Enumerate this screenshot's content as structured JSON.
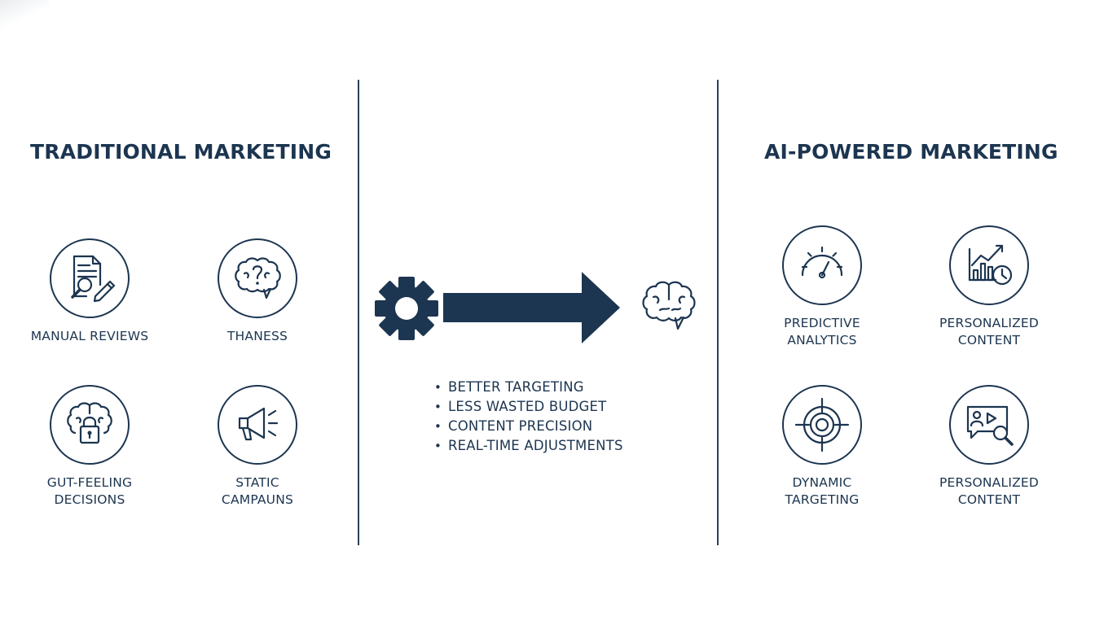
{
  "left": {
    "heading": "TRADITIONAL MARKETING",
    "items": [
      {
        "lines": [
          "MANUAL REVIEWS"
        ],
        "icon": "document-magnifier-pencil-icon"
      },
      {
        "lines": [
          "THANESS"
        ],
        "icon": "brain-question-icon"
      },
      {
        "lines": [
          "GUT-FEELING",
          "DECISIONS"
        ],
        "icon": "brain-lock-icon"
      },
      {
        "lines": [
          "STATIC",
          "CAMPAUNS"
        ],
        "icon": "megaphone-icon"
      }
    ]
  },
  "center": {
    "benefits": [
      "BETTER TARGETING",
      "LESS WASTED BUDGET",
      "CONTENT PRECISION",
      "REAL-TIME ADJUSTMENTS"
    ],
    "icons": [
      "gear-icon",
      "arrow-right-icon",
      "brain-icon"
    ]
  },
  "right": {
    "heading": "AI-POWERED MARKETING",
    "items": [
      {
        "lines": [
          "PREDICTIVE",
          "ANALYTICS"
        ],
        "icon": "speedometer-icon"
      },
      {
        "lines": [
          "PERSONALIZED",
          "CONTENT"
        ],
        "icon": "chart-clock-icon"
      },
      {
        "lines": [
          "DYNAMIC",
          "TARGETING"
        ],
        "icon": "target-icon"
      },
      {
        "lines": [
          "PERSONALIZED",
          "CONTENT"
        ],
        "icon": "video-user-magnifier-icon"
      }
    ]
  },
  "colors": {
    "primary": "#1c3550",
    "background": "#ffffff",
    "divider": "#2b4158"
  }
}
